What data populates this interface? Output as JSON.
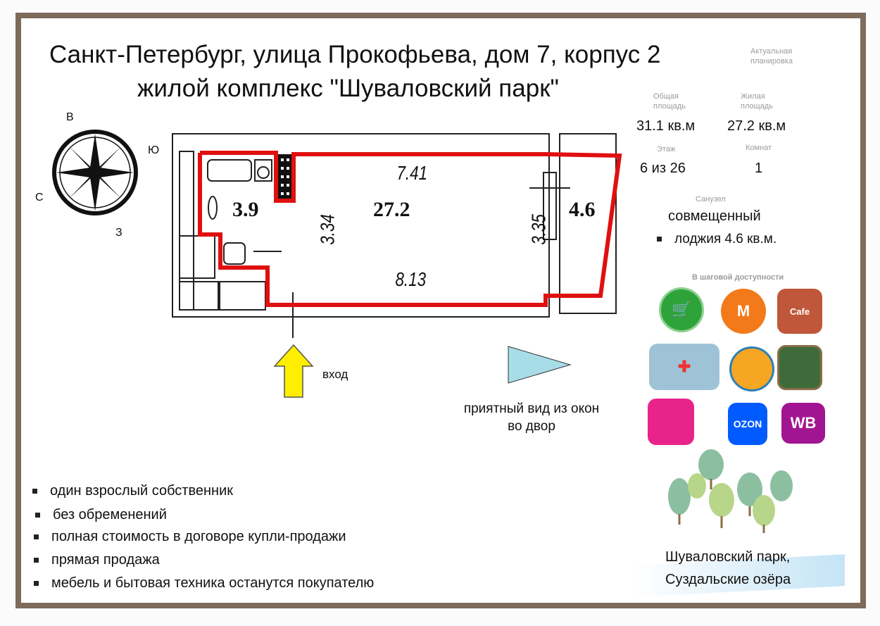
{
  "title": {
    "line1": "Санкт-Петербург, улица Прокофьева, дом 7, корпус 2",
    "line2": "жилой комплекс \"Шуваловский парк\""
  },
  "compass": {
    "n": "В",
    "e": "Ю",
    "w": "С",
    "s": "З"
  },
  "plan": {
    "bath_area": "3.9",
    "room_area": "27.2",
    "loggia_area": "4.6",
    "top_dim": "7.41",
    "bottom_dim": "8.13",
    "left_dim": "3.34",
    "right_dim": "3.35",
    "outline_color": "#e01010"
  },
  "entrance": {
    "label": "вход",
    "arrow_color": "#ffee00"
  },
  "view": {
    "line1": "приятный вид из окон",
    "line2": "во двор",
    "arrow_color": "#a8dde8"
  },
  "info": {
    "actual_plan": "Актуальная планировка",
    "total_label": "Общая площадь",
    "total_value": "31.1 кв.м",
    "living_label": "Жилая площадь",
    "living_value": "27.2 кв.м",
    "floor_label": "Этаж",
    "floor_value": "6 из 26",
    "rooms_label": "Комнат",
    "rooms_value": "1",
    "bath_label": "Санузел",
    "bath_value": "совмещенный",
    "loggia": "лоджия 4.6 кв.м.",
    "walking": "В шаговой доступности"
  },
  "amenities": [
    "supermarket-icon",
    "metro-icon",
    "cafe-icon",
    "hospital-icon",
    "fitness-icon",
    "sports-ground-icon",
    "mall-icon",
    "ozon-icon",
    "wildberries-icon"
  ],
  "amenity_text": {
    "metro": "М",
    "cafe": "Cafe",
    "ozon": "OZON",
    "wb": "WB"
  },
  "bullets": [
    "один взрослый собственник",
    "без обременений",
    "полная стоимость в договоре купли-продажи",
    "прямая продажа",
    "мебель и бытовая техника останутся покупателю"
  ],
  "park": {
    "line1": "Шуваловский парк,",
    "line2": "Суздальские озёра"
  }
}
